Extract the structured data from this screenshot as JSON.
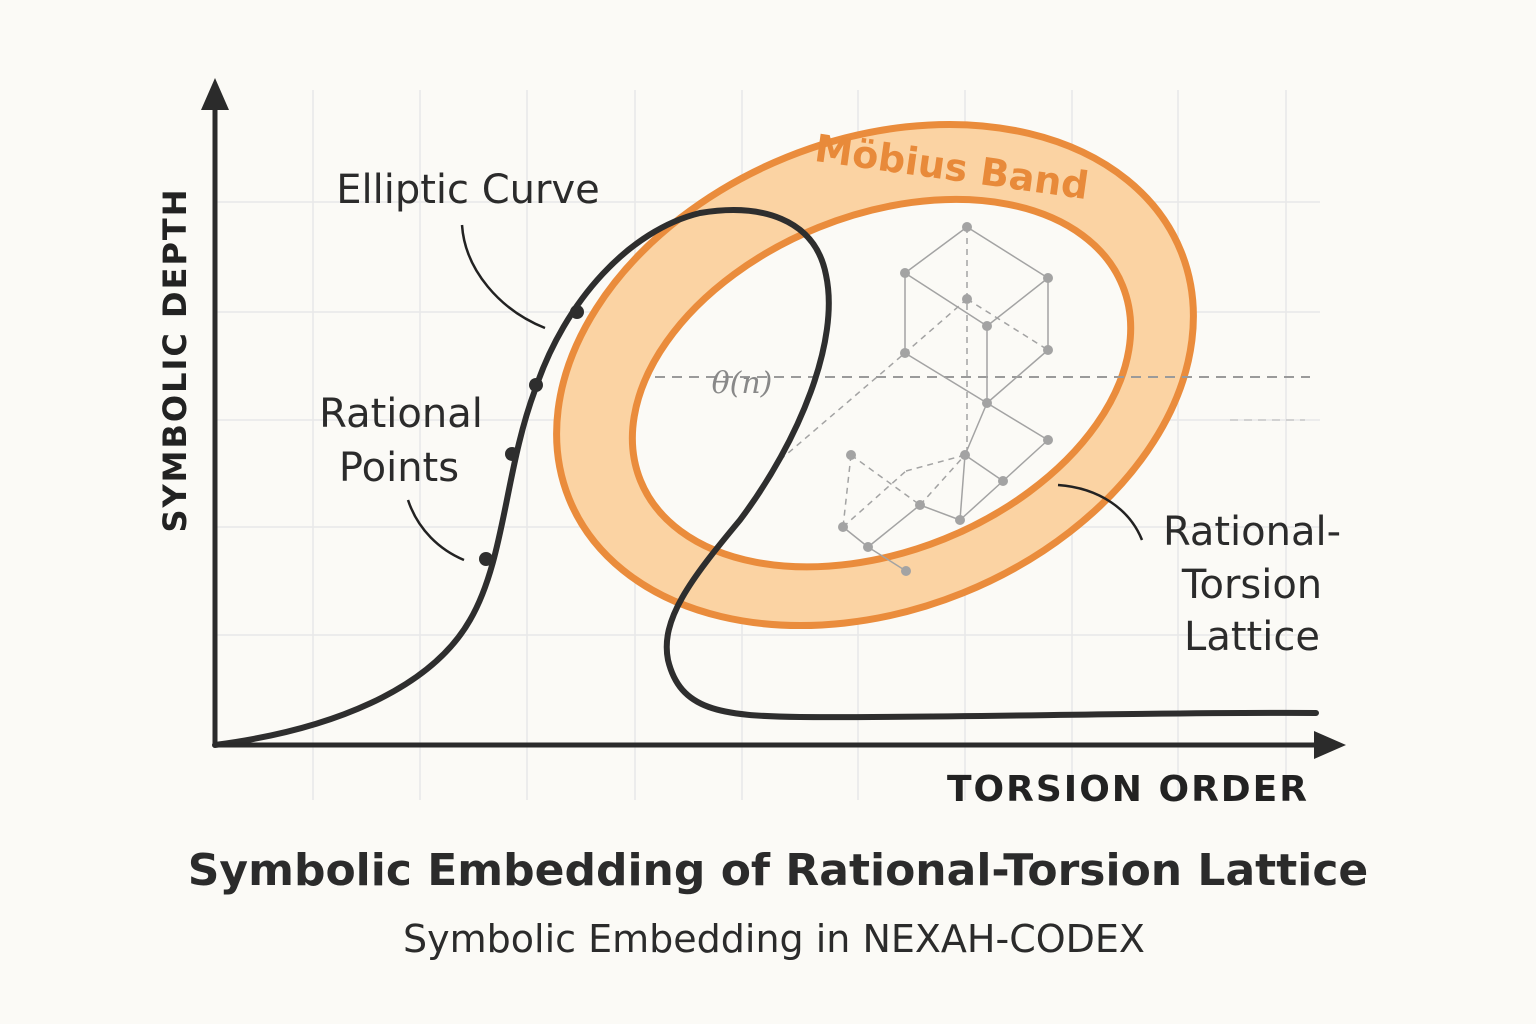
{
  "title": "Symbolic Embedding of Rational-Torsion Lattice",
  "subtitle": "Symbolic Embedding in NEXAH-CODEX",
  "axes": {
    "x_label": "TORSION ORDER",
    "y_label": "SYMBOLIC DEPTH"
  },
  "labels": {
    "elliptic_curve": "Elliptic Curve",
    "rational_points_line1": "Rational",
    "rational_points_line2": "Points",
    "mobius_band": "Möbius Band",
    "lattice_line1": "Rational-",
    "lattice_line2": "Torsion",
    "lattice_line3": "Lattice",
    "theta": "θ(n)"
  },
  "colors": {
    "background": "#fbfaf6",
    "curve": "#2e2e2e",
    "band_fill": "#fbd3a3",
    "band_stroke": "#ea8c3c",
    "band_label": "#e88a3a",
    "lattice": "#9a9a9a",
    "grid": "#e6e6e6"
  },
  "icons": {
    "x_axis_arrow": "arrow-right-icon",
    "y_axis_arrow": "arrow-up-icon"
  }
}
